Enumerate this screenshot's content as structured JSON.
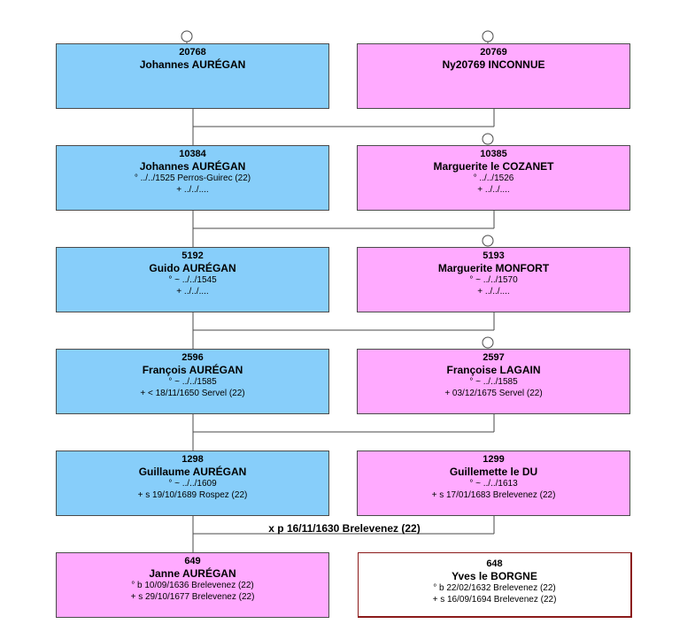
{
  "generations": [
    {
      "father": {
        "sosa": "20768",
        "name": "Johannes AURÉGAN",
        "birth": "",
        "death": ""
      },
      "mother": {
        "sosa": "20769",
        "name": "Ny20769 INCONNUE",
        "birth": "",
        "death": ""
      }
    },
    {
      "father": {
        "sosa": "10384",
        "name": "Johannes AURÉGAN",
        "birth": "° ../../1525 Perros-Guirec (22)",
        "death": "+ ../../...."
      },
      "mother": {
        "sosa": "10385",
        "name": "Marguerite le COZANET",
        "birth": "° ../../1526",
        "death": "+ ../../...."
      }
    },
    {
      "father": {
        "sosa": "5192",
        "name": "Guido AURÉGAN",
        "birth": "° ~ ../../1545",
        "death": "+ ../../...."
      },
      "mother": {
        "sosa": "5193",
        "name": "Marguerite MONFORT",
        "birth": "° ~ ../../1570",
        "death": "+ ../../...."
      }
    },
    {
      "father": {
        "sosa": "2596",
        "name": "François AURÉGAN",
        "birth": "° ~ ../../1585",
        "death": "+ < 18/11/1650 Servel (22)"
      },
      "mother": {
        "sosa": "2597",
        "name": "Françoise LAGAIN",
        "birth": "° ~ ../../1585",
        "death": "+ 03/12/1675 Servel (22)"
      }
    },
    {
      "father": {
        "sosa": "1298",
        "name": "Guillaume AURÉGAN",
        "birth": "° ~ ../../1609",
        "death": "+ s 19/10/1689 Rospez (22)"
      },
      "mother": {
        "sosa": "1299",
        "name": "Guillemette le DU",
        "birth": "° ~ ../../1613",
        "death": "+ s 17/01/1683 Brelevenez (22)"
      }
    }
  ],
  "marriage": "x p 16/11/1630 Brelevenez (22)",
  "subject": {
    "sosa": "649",
    "name": "Janne AURÉGAN",
    "birth": "° b 10/09/1636 Brelevenez (22)",
    "death": "+ s 29/10/1677 Brelevenez (22)"
  },
  "spouse": {
    "sosa": "648",
    "name": "Yves le BORGNE",
    "birth": "° b 22/02/1632 Brelevenez (22)",
    "death": "+ s 16/09/1694 Brelevenez (22)"
  },
  "colors": {
    "male": "#87cefa",
    "female": "#ffaaff",
    "line": "#4a4a4a"
  }
}
